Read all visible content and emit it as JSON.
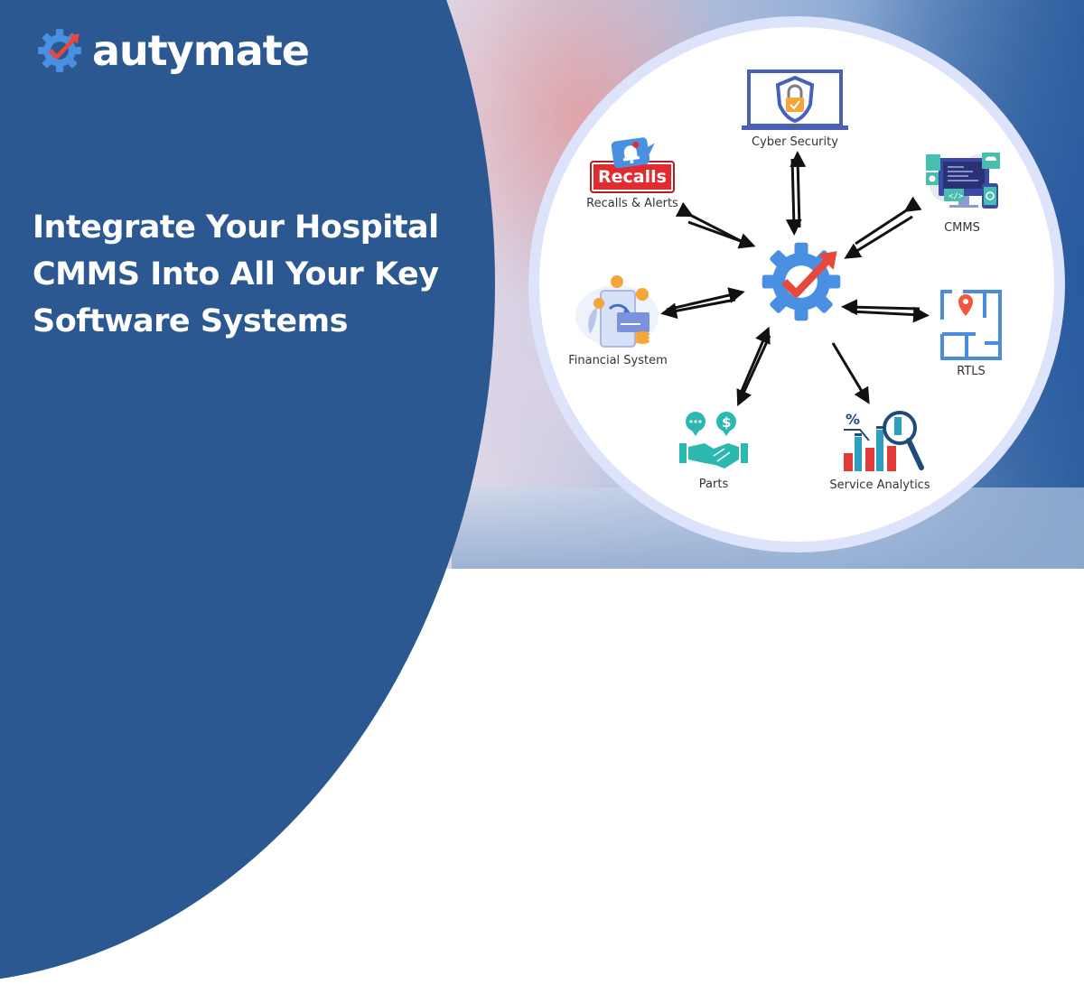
{
  "brand": {
    "name": "autymate",
    "colors": {
      "panel": "#2c5892",
      "gear": "#4a90e2",
      "check": "#e8473b",
      "ring": "#dde3fa",
      "text_light": "#ffffff"
    }
  },
  "headline": {
    "lines": [
      "Integrate Your Hospital",
      "CMMS Into All Your Key",
      "Software Systems"
    ]
  },
  "diagram": {
    "hub": {
      "icon": "autymate-gear-check-icon"
    },
    "nodes": [
      {
        "id": "cyber-security",
        "label": "Cyber Security",
        "icon": "laptop-shield-lock-icon",
        "connection": "bidirectional"
      },
      {
        "id": "recalls-alerts",
        "label": "Recalls & Alerts",
        "badge": "Recalls",
        "icon": "bell-notification-icon",
        "connection": "bidirectional"
      },
      {
        "id": "cmms",
        "label": "CMMS",
        "icon": "computer-devices-icon",
        "connection": "bidirectional"
      },
      {
        "id": "financial-system",
        "label": "Financial System",
        "icon": "phone-payment-card-icon",
        "connection": "bidirectional"
      },
      {
        "id": "rtls",
        "label": "RTLS",
        "icon": "floorplan-location-pin-icon",
        "connection": "bidirectional"
      },
      {
        "id": "parts",
        "label": "Parts",
        "icon": "handshake-dollar-icon",
        "connection": "bidirectional"
      },
      {
        "id": "service-analytics",
        "label": "Service Analytics",
        "icon": "bar-chart-magnifier-icon",
        "connection": "outbound"
      }
    ]
  }
}
